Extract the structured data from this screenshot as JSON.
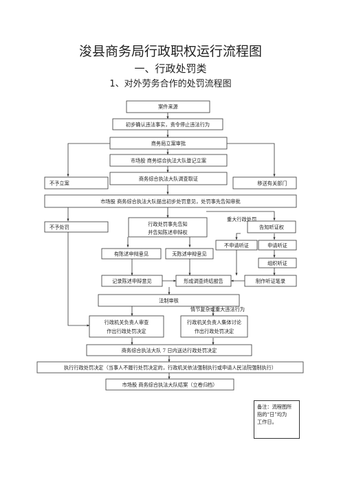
{
  "titles": {
    "main": "浚县商务局行政职权运行流程图",
    "section": "一、行政处罚类",
    "subsection": "1、对外劳务合作的处罚流程图"
  },
  "nodes": {
    "source": "案件来源",
    "confirm": "初步确认违法事实，责令停止违法行为",
    "file_approval": "商务局立案审批",
    "register": "市场股 商务综合执法大队登记立案",
    "investigate": "商务综合执法大队调查取证",
    "no_file": "不予立案",
    "transfer": "移送有关部门",
    "preliminary": "市场股 商务综合执法大队提出初步处罚意见，处罚事先告知审批",
    "no_penalty": "不予处罚",
    "prior_notice_1": "行政处罚事先告知",
    "prior_notice_2": "并告知陈述申辩权",
    "hearing_notice": "告知听证权",
    "no_hearing": "不申请听证",
    "apply_hearing": "申请听证",
    "organize_hearing": "组织听证",
    "has_defense": "有陈述申辩意见",
    "no_defense": "无陈述申辩意见",
    "record_defense": "记录陈述申辩意见",
    "report": "形成调查终结报告",
    "hearing_record": "制作听证笔录",
    "legal_review": "法制审核",
    "head_review_1": "行政机关负责人审查",
    "head_review_2": "作出行政处罚决定",
    "collective_1": "行政机关负责人集体讨论",
    "collective_2": "作出行政处罚决定",
    "deliver": "商务综合执法大队 7 日内送达行政处罚决定",
    "execute": "执行行政处罚决定（当事人不履行处罚决定的，行政机关依法强制执行或申请人民法院强制执行）",
    "close": "市场股 商务综合执法大队结案（立卷归档）"
  },
  "edge_labels": {
    "major": "重大行政处罚",
    "complex": "情节复杂或重大违法行为"
  },
  "note": {
    "line1": "备注：流程图所",
    "line2": "指的“日”均为",
    "line3": "工作日。"
  }
}
